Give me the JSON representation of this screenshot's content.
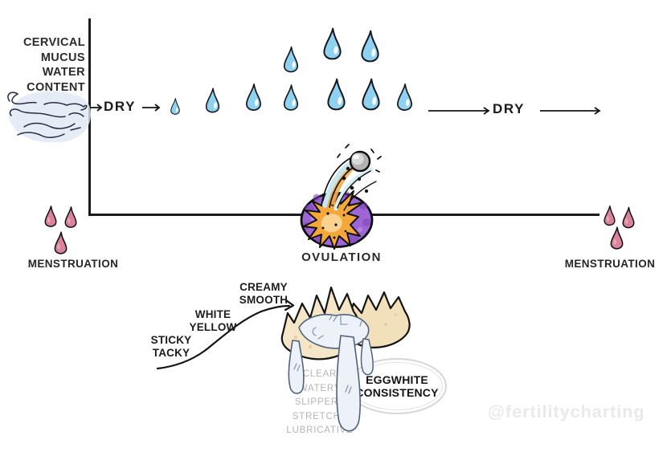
{
  "axis": {
    "label": "CERVICAL\nMUCUS\nWATER\nCONTENT"
  },
  "phases": {
    "dry_left": "DRY",
    "dry_right": "DRY"
  },
  "ovulation": {
    "label": "OVULATION"
  },
  "menstruation": {
    "left_label": "MENSTRUATION",
    "right_label": "MENSTRUATION"
  },
  "mucus_stages": {
    "sticky": "STICKY\nTACKY",
    "white": "WHITE\nYELLOW",
    "creamy": "CREAMY\nSMOOTH"
  },
  "eggwhite": {
    "qualities": [
      "CLEAR",
      "WATERY",
      "SLIPPERY",
      "STRETCHY",
      "LUBRICATIVE"
    ],
    "badge": "EGGWHITE\nCONSISTENCY"
  },
  "watermark": "@fertilitycharting",
  "colors": {
    "droplet_blue": "#8fd2ef",
    "droplet_pink": "#d9849c",
    "follicle_purple": "#9d66d4",
    "burst_orange": "#f4a83a",
    "ovum_gray": "#b3b3b3",
    "shell_cream": "#f4e6c6",
    "eggwhite_fill": "#edf2f9",
    "line_black": "#1b1b1b",
    "muted_gray": "#b4b4b4"
  }
}
